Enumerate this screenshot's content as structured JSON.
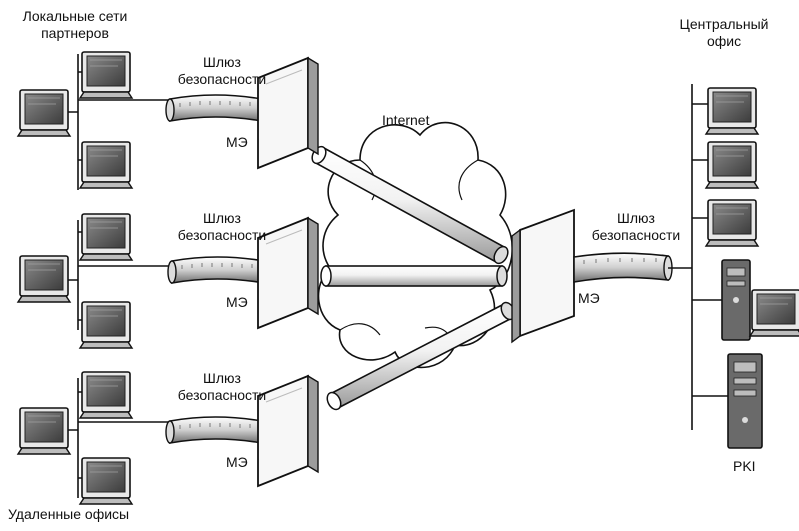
{
  "texts": {
    "partners_line1": "Локальные сети",
    "partners_line2": "партнеров",
    "central_line1": "Центральный",
    "central_line2": "офис",
    "remote_offices": "Удаленные офисы",
    "internet": "Internet",
    "gateway_line1": "Шлюз",
    "gateway_line2": "безопасности",
    "firewall": "МЭ",
    "pki": "PKI"
  },
  "colors": {
    "line": "#111111",
    "screen": "#5a5a5a",
    "shade": "#9a9a9a",
    "light": "#f4f4f4"
  },
  "icons": {
    "workstation": "computer-icon",
    "server": "server-tower-icon",
    "gateway": "security-gateway-icon",
    "firewall": "firewall-icon",
    "tunnel": "vpn-tunnel",
    "cloud": "internet-cloud"
  }
}
